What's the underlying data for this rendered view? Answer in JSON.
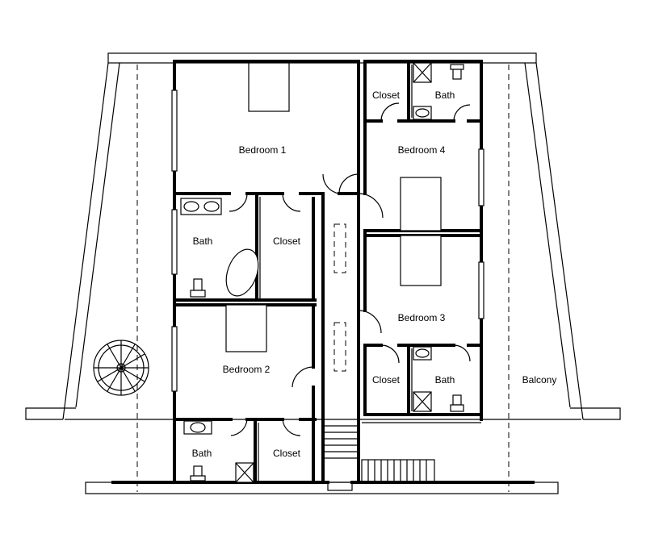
{
  "rooms": {
    "bedroom_1": "Bedroom 1",
    "bedroom_2": "Bedroom 2",
    "bedroom_3": "Bedroom 3",
    "bedroom_4": "Bedroom 4",
    "bath_1": "Bath",
    "closet_1": "Closet",
    "bath_2": "Bath",
    "closet_2": "Closet",
    "bath_3": "Bath",
    "closet_3": "Closet",
    "bath_4": "Bath",
    "closet_4": "Closet",
    "balcony": "Balcony"
  }
}
